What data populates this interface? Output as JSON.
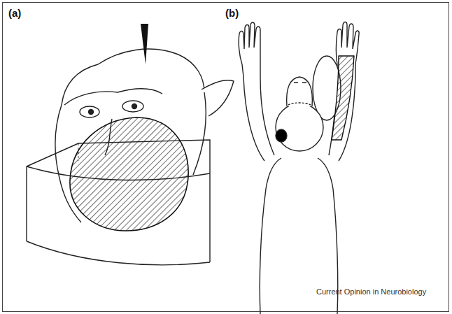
{
  "diagram": {
    "labels": [
      "(a)",
      "(b)",
      "Current Opinion in Neurobiology"
    ]
  }
}
